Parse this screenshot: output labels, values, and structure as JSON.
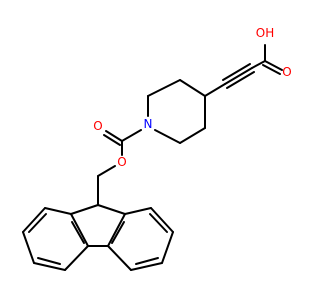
{
  "molecule": {
    "atoms": {
      "carboxyl_oh": {
        "text": "OH",
        "color": "#ff0000"
      },
      "carboxyl_o": {
        "text": "O",
        "color": "#ff0000"
      },
      "ring_n": {
        "text": "N",
        "color": "#0000ff"
      },
      "carbonyl_o": {
        "text": "O",
        "color": "#ff0000"
      },
      "ester_o": {
        "text": "O",
        "color": "#ff0000"
      }
    },
    "bond_color": "#000000"
  }
}
